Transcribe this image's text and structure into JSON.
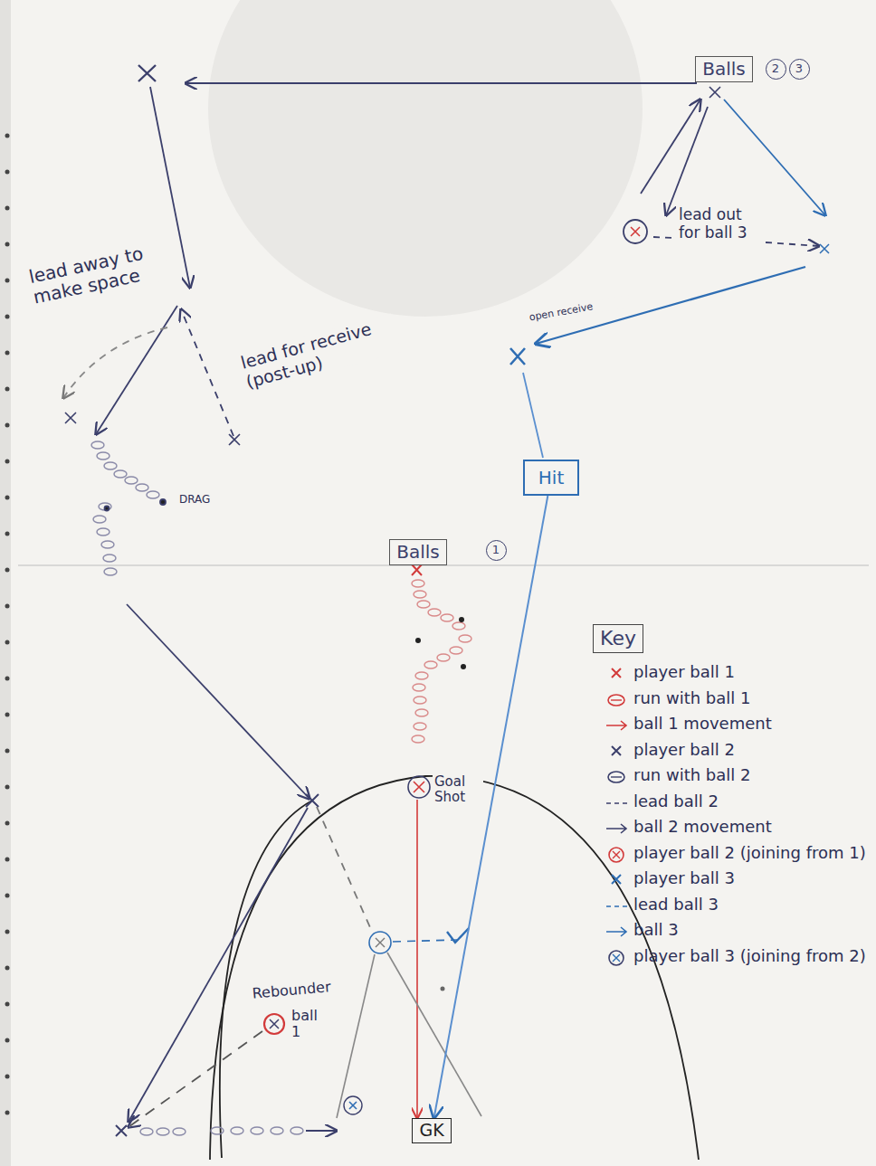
{
  "diagram": {
    "nodes": [
      {
        "text": [
          "Balls"
        ]
      },
      {
        "text": [
          "2"
        ]
      },
      {
        "text": [
          "3"
        ]
      },
      {
        "text": [
          "Hit"
        ]
      },
      {
        "text": [
          "Balls"
        ]
      },
      {
        "text": [
          "1"
        ]
      },
      {
        "text": [
          "Key"
        ]
      },
      {
        "text": [
          "GK"
        ]
      }
    ],
    "edges": [
      {
        "from": 3,
        "to": 7,
        "arrow": "to"
      }
    ],
    "labels": [
      "lead away to make space",
      "lead out for ball 3",
      "lead for receive (post-up)",
      "open receive",
      "DRAG",
      "Goal Shot",
      "Rebounder",
      "ball 1"
    ],
    "legend": [
      {
        "text": "player ball 1"
      },
      {
        "text": "run with ball 1"
      },
      {
        "text": "ball 1 movement"
      },
      {
        "text": "player ball 2"
      },
      {
        "text": "run with ball 2"
      },
      {
        "text": "lead ball 2"
      },
      {
        "text": "ball 2 movement"
      },
      {
        "text": "player ball 2 (joining from 1)"
      },
      {
        "text": "player ball 3"
      },
      {
        "text": "lead ball 3"
      },
      {
        "text": "ball 3"
      },
      {
        "text": "player ball 3 (joining from 2)"
      }
    ]
  }
}
